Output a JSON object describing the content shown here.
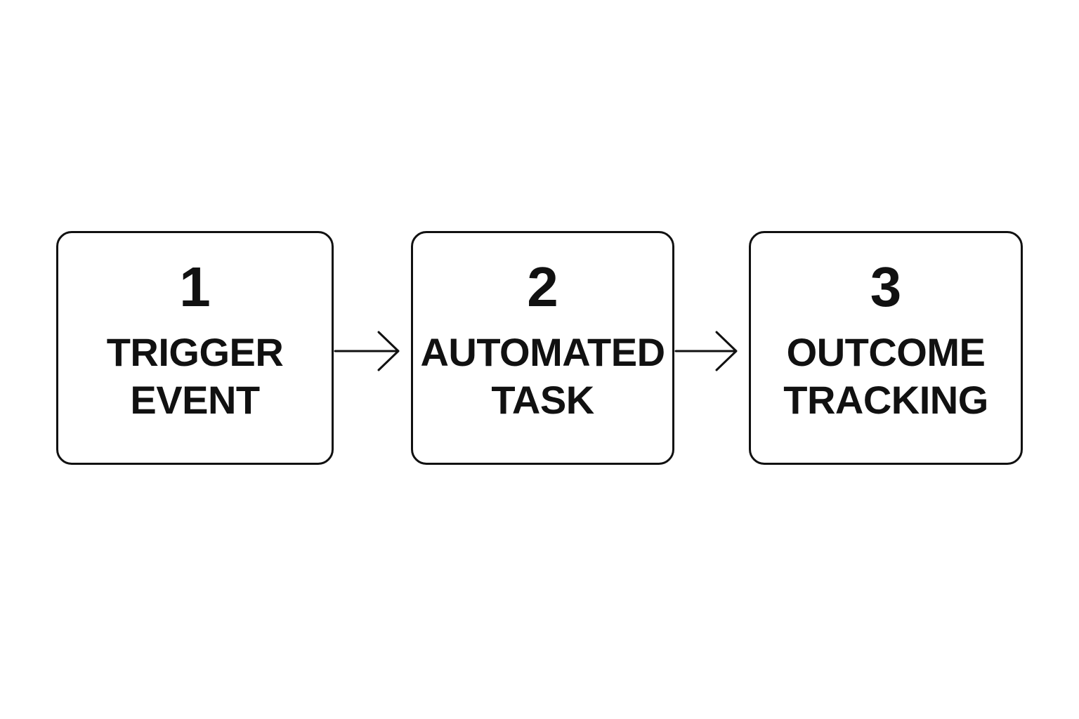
{
  "steps": [
    {
      "number": "1",
      "label_lines": [
        "TRIGGER",
        "EVENT"
      ]
    },
    {
      "number": "2",
      "label_lines": [
        "AUTOMATED",
        "TASK"
      ]
    },
    {
      "number": "3",
      "label_lines": [
        "OUTCOME",
        "TRACKING"
      ]
    }
  ],
  "colors": {
    "stroke": "#111111",
    "background": "#ffffff"
  },
  "icons": {
    "connector": "arrow-right-icon"
  }
}
